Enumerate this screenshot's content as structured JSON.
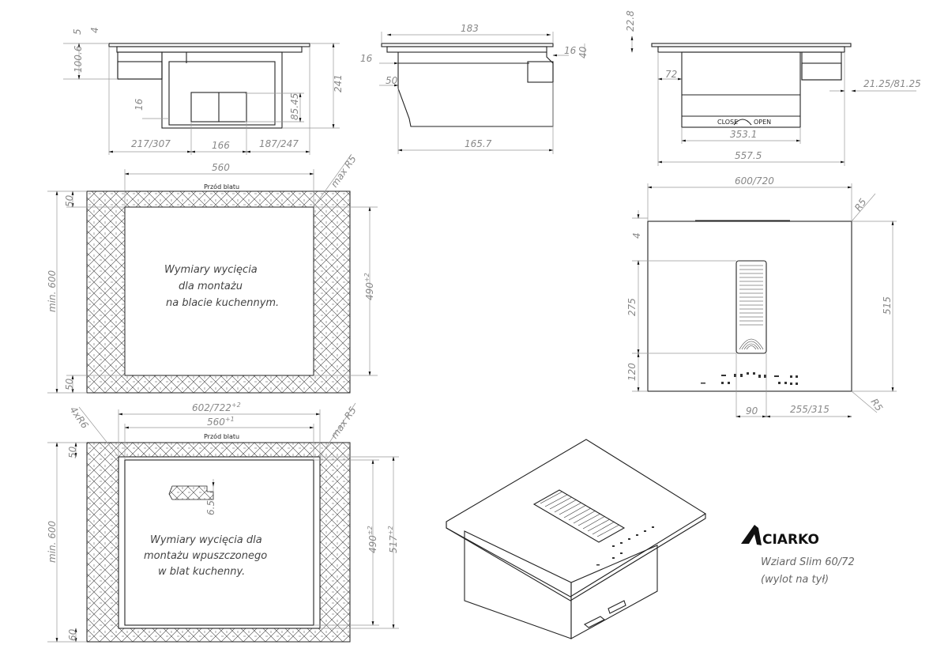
{
  "front_view": {
    "dims": [
      "5",
      "4",
      "100.6",
      "16",
      "85.45",
      "241",
      "217/307",
      "166",
      "187/247"
    ]
  },
  "side_view": {
    "dims": [
      "183",
      "16",
      "50",
      "16",
      "40",
      "165.7"
    ]
  },
  "rear_view": {
    "dims": [
      "22.8",
      "72",
      "21.25/81.25",
      "353.1",
      "557.5"
    ],
    "switch_close": "CLOSE",
    "switch_open": "OPEN"
  },
  "cutout_top": {
    "front_label": "Przód blatu",
    "dims": [
      "560",
      "max R5",
      "min. 600",
      "50",
      "50",
      "490",
      "+2"
    ],
    "note": [
      "Wymiary wycięcia",
      "dla montażu",
      "na blacie kuchennym."
    ]
  },
  "cutout_flush": {
    "front_label": "Przód blatu",
    "dims": [
      "602/722",
      "+2",
      "560",
      "+1",
      "4xR6",
      "max R5",
      "min. 600",
      "50",
      "60",
      "490",
      "±2",
      "517",
      "+2",
      "6.5"
    ],
    "note": [
      "Wymiary wycięcia dla",
      "montażu wpuszczonego",
      "w blat kuchenny."
    ]
  },
  "plan_view": {
    "dims": [
      "600/720",
      "R5",
      "R5",
      "4",
      "275",
      "120",
      "515",
      "90",
      "255/315"
    ]
  },
  "brand": {
    "logo": "CIARKO",
    "model": "Wziard Slim 60/72",
    "variant": "(wylot na tył)"
  }
}
